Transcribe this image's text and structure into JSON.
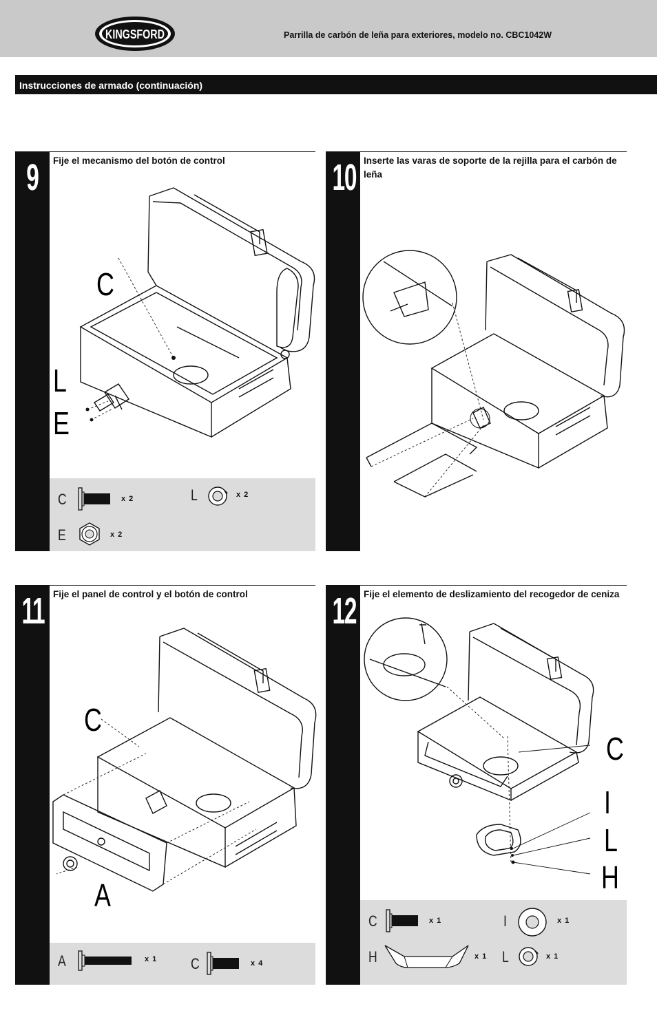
{
  "header": {
    "brand": "KINGSFORD",
    "doc_title": "Parrilla de carbón de leña para exteriores, modelo no. CBC1042W"
  },
  "section": {
    "title": "Instrucciones de armado (continuación)"
  },
  "steps": [
    {
      "number": "9",
      "text": "Fije el mecanismo del botón de control",
      "callouts": [
        "C",
        "L",
        "E"
      ],
      "parts": [
        {
          "letter": "C",
          "qty": "x 2",
          "icon": "bolt-icon"
        },
        {
          "letter": "L",
          "qty": "x 2",
          "icon": "lock-washer-icon"
        },
        {
          "letter": "E",
          "qty": "x 2",
          "icon": "nut-icon"
        }
      ]
    },
    {
      "number": "10",
      "text": "Inserte las varas de soporte de la rejilla para el carbón de leña",
      "callouts": [],
      "parts": []
    },
    {
      "number": "11",
      "text": "Fije el panel de control y el botón de control",
      "callouts": [
        "C",
        "A"
      ],
      "parts": [
        {
          "letter": "A",
          "qty": "x 1",
          "icon": "long-bolt-icon"
        },
        {
          "letter": "C",
          "qty": "x 4",
          "icon": "bolt-icon"
        }
      ]
    },
    {
      "number": "12",
      "text": "Fije el elemento de deslizamiento del recogedor de ceniza",
      "callouts": [
        "C",
        "I",
        "L",
        "H"
      ],
      "parts": [
        {
          "letter": "C",
          "qty": "x 1",
          "icon": "bolt-icon"
        },
        {
          "letter": "I",
          "qty": "x 1",
          "icon": "flat-washer-icon"
        },
        {
          "letter": "H",
          "qty": "x 1",
          "icon": "ash-slide-icon"
        },
        {
          "letter": "L",
          "qty": "x 1",
          "icon": "lock-washer-icon"
        }
      ]
    }
  ]
}
